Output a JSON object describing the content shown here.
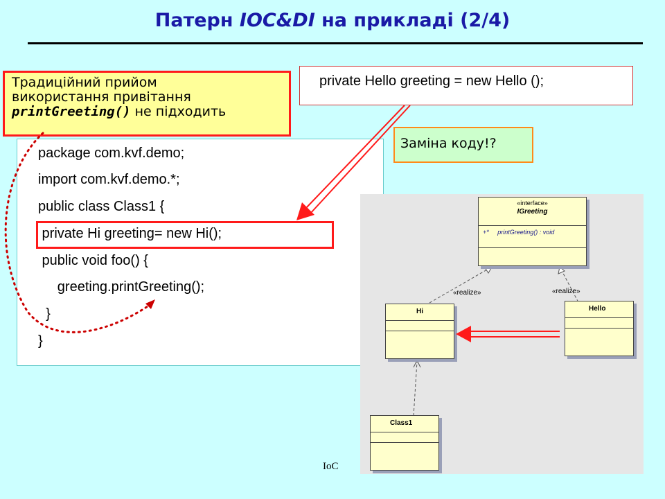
{
  "title": {
    "prefix": "Патерн ",
    "italic": "IOC&DI",
    "suffix": " на прикладі  (2/4)"
  },
  "callouts": {
    "traditional_line1": "Традиційний прийом",
    "traditional_line2": "використання привітання",
    "traditional_method": "printGreeting()",
    "traditional_suffix": " не підходить",
    "replacement_code": "private Hello greeting = new Hello ();",
    "code_change": "Заміна коду!?"
  },
  "code": {
    "lines": [
      "package com.kvf.demo;",
      "import com.kvf.demo.*;",
      "public class Class1 {",
      " private Hi greeting= new Hi();",
      " public void foo() {",
      "     greeting.printGreeting();",
      "  }",
      "}"
    ]
  },
  "uml": {
    "interface_stereotype": "«interface»",
    "interface_name": "IGreeting",
    "interface_op_vis": "+*",
    "interface_op": "printGreeting() : void",
    "realize_left": "«realize»",
    "realize_right": "«realize»",
    "class_hi": "Hi",
    "class_hello": "Hello",
    "class_class1": "Class1"
  },
  "footer": "IoC",
  "colors": {
    "background": "#ccffff",
    "title": "#1a1aa6",
    "highlight_red": "#ff1a1a",
    "note_yellow": "#ffff99",
    "note_green": "#ccffcc",
    "uml_fill": "#ffffcc"
  }
}
